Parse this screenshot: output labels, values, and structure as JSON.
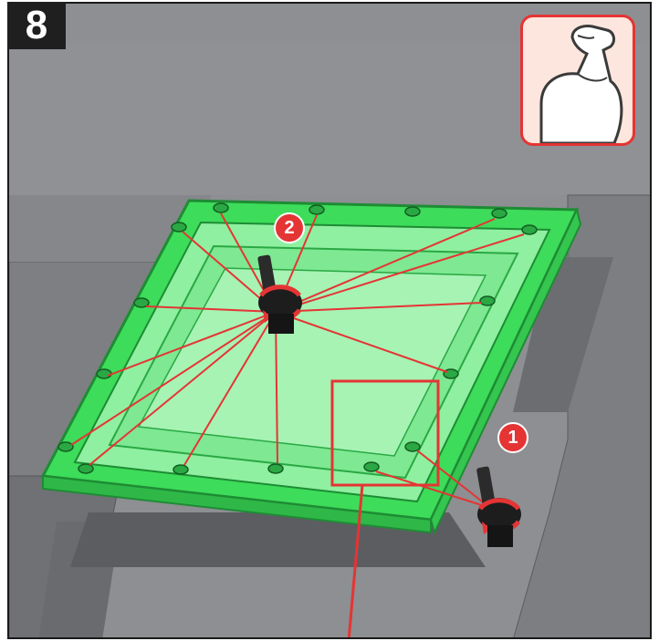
{
  "step": {
    "number": "8"
  },
  "effort_icon": {
    "name": "flexed-arm-icon",
    "meaning": "apply force"
  },
  "sequence": {
    "first": "1",
    "second": "2"
  },
  "colors": {
    "background": "#8d8f92",
    "roof_panel": "#7a7c80",
    "skylight_green": "#3ddc5a",
    "accent_red": "#e53434",
    "badge_dark": "#1f1f1f"
  }
}
